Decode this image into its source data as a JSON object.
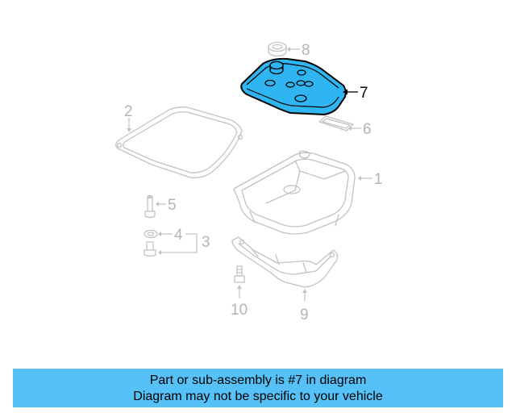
{
  "colors": {
    "highlight": "#2fb6f2",
    "banner": "#55c1f6",
    "part_line": "#c2c2c2"
  },
  "callouts": {
    "c1": "1",
    "c2": "2",
    "c3": "3",
    "c4": "4",
    "c5": "5",
    "c6": "6",
    "c7": "7",
    "c8": "8",
    "c9": "9",
    "c10": "10"
  },
  "highlighted_part": "7",
  "banner": {
    "line1": "Part or sub-assembly is #7 in diagram",
    "line2": "Diagram may not be specific to your vehicle"
  }
}
